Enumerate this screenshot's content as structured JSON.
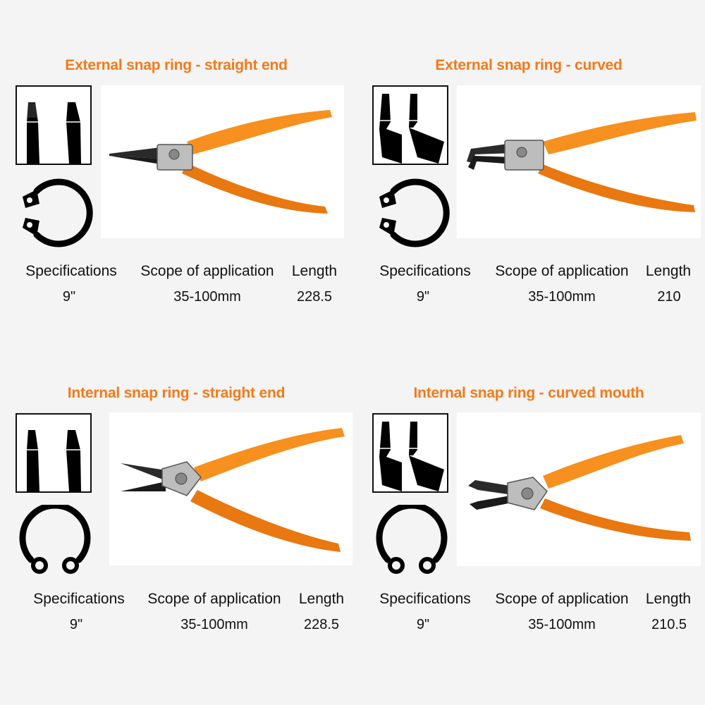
{
  "colors": {
    "accent": "#f27a1a",
    "handle": "#f7901e",
    "handle_dark": "#e3700c",
    "jaw": "#2a2a2a",
    "text": "#111111"
  },
  "headers": {
    "specifications": "Specifications",
    "scope": "Scope of application",
    "length": "Length"
  },
  "products": [
    {
      "title": "External snap ring - straight end",
      "spec": "9\"",
      "scope": "35-100mm",
      "length": "228.5",
      "tip": "straight",
      "ring": "external"
    },
    {
      "title": "External snap ring - curved",
      "spec": "9\"",
      "scope": "35-100mm",
      "length": "210",
      "tip": "curved",
      "ring": "external"
    },
    {
      "title": "Internal snap ring - straight end",
      "spec": "9\"",
      "scope": "35-100mm",
      "length": "228.5",
      "tip": "straight",
      "ring": "internal"
    },
    {
      "title": "Internal snap ring - curved mouth",
      "spec": "9\"",
      "scope": "35-100mm",
      "length": "210.5",
      "tip": "curved",
      "ring": "internal"
    }
  ]
}
